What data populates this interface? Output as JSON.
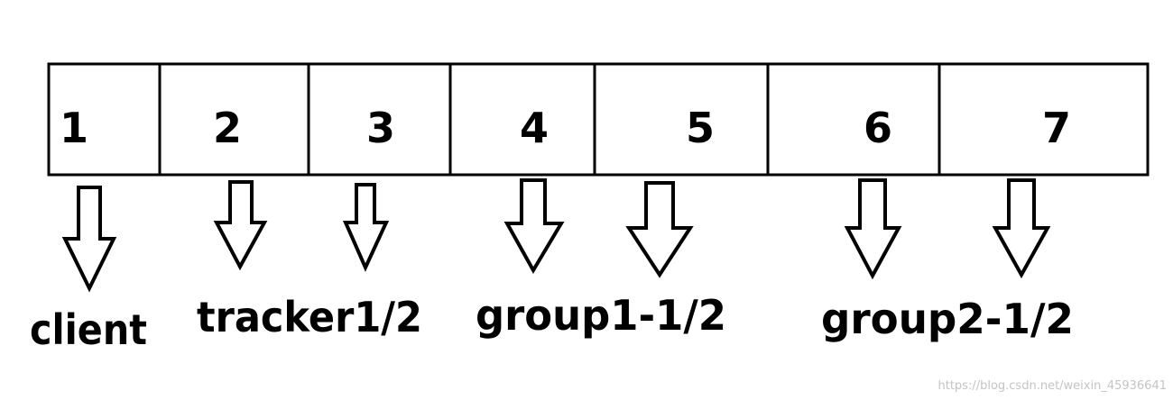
{
  "cells": [
    "1",
    "2",
    "3",
    "4",
    "5",
    "6",
    "7"
  ],
  "labels": [
    "client",
    "tracker1/2",
    "group1-1/2",
    "group2-1/2"
  ],
  "watermark": "https://blog.csdn.net/weixin_45936641",
  "colors": {
    "stroke": "#000000",
    "fill": "#ffffff",
    "watermark": "#c4c4c4"
  }
}
